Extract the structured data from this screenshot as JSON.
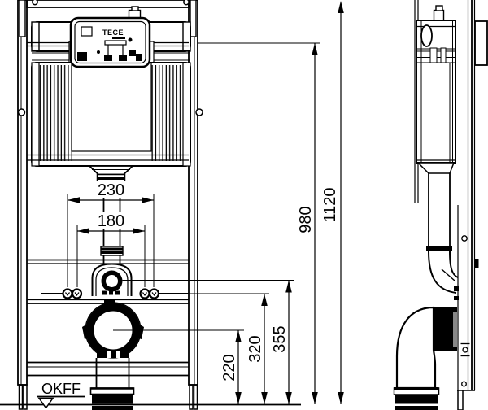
{
  "drawing": {
    "brand_logo": "TECE",
    "floor_level_label": "OKFF"
  },
  "dimensions": {
    "fixing_width_outer": "230",
    "fixing_width_inner": "180",
    "drain_height": "220",
    "fixing_height": "320",
    "flush_bend_height": "355",
    "cistern_height": "980",
    "module_height": "1120"
  }
}
